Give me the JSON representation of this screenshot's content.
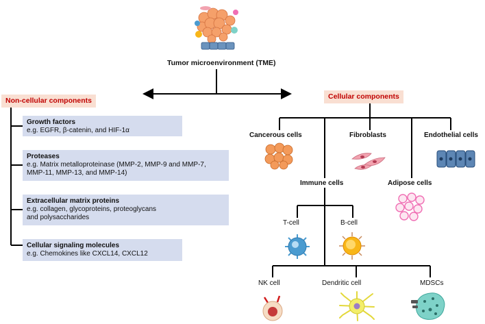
{
  "title": "Tumor microenvironment (TME)",
  "non_cellular": {
    "header": "Non-cellular components",
    "header_color": "#c00000",
    "items": [
      {
        "title": "Growth factors",
        "desc": "e.g. EGFR, β-catenin, and HIF-1α"
      },
      {
        "title": "Proteases",
        "desc": "e.g. Matrix metalloproteinase (MMP-2, MMP-9 and MMP-7,\nMMP-11, MMP-13, and MMP-14)"
      },
      {
        "title": "Extracellular matrix proteins",
        "desc": "e.g. collagen, glycoproteins, proteoglycans\nand polysaccharides"
      },
      {
        "title": "Cellular signaling molecules",
        "desc": "e.g. Chemokines like CXCL14, CXCL12"
      }
    ]
  },
  "cellular": {
    "header": "Cellular components",
    "header_color": "#c00000",
    "cancerous": "Cancerous cells",
    "fibroblasts": "Fibroblasts",
    "endothelial": "Endothelial cells",
    "immune": "Immune cells",
    "adipose": "Adipose cells",
    "t_cell": "T-cell",
    "b_cell": "B-cell",
    "nk_cell": "NK cell",
    "dendritic": "Dendritic cell",
    "mdscs": "MDSCs"
  },
  "colors": {
    "box_fill": "#d5dcee",
    "header_fill": "#f9dfd2",
    "cancer_cell": "#f39a5a",
    "fibroblast": "#f2a3b0",
    "endothelial": "#5d86b4",
    "adipose": "#f06fb4",
    "t_cell": "#4a9bd0",
    "b_cell": "#f8b618",
    "dendritic": "#f3ee6a",
    "mdsc": "#7ed2c8"
  }
}
